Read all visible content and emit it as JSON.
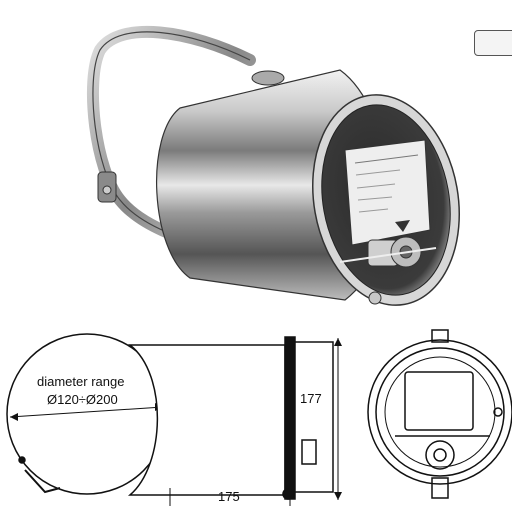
{
  "dimensions": {
    "diameter_label": "diameter range",
    "diameter_value": "Ø120÷Ø200",
    "length_value": "175",
    "height_value": "177"
  }
}
